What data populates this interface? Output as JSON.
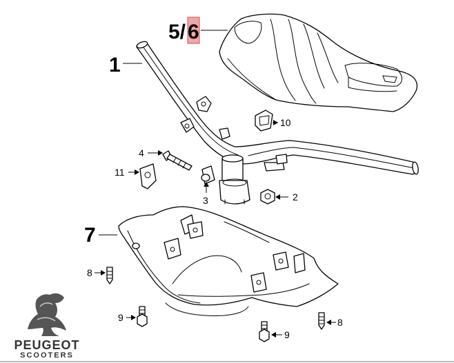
{
  "callouts": {
    "c1": "1",
    "c56": "5/",
    "c6": "6",
    "c10": "10",
    "c4": "4",
    "c11": "11",
    "c3": "3",
    "c2": "2",
    "c7": "7",
    "c8a": "8",
    "c9a": "9",
    "c9b": "9",
    "c8b": "8"
  },
  "brand": {
    "name": "PEUGEOT",
    "sub": "SCOOTERS"
  },
  "colors": {
    "highlight_fill": "#f4a6a6",
    "highlight_stroke": "#d05050"
  }
}
